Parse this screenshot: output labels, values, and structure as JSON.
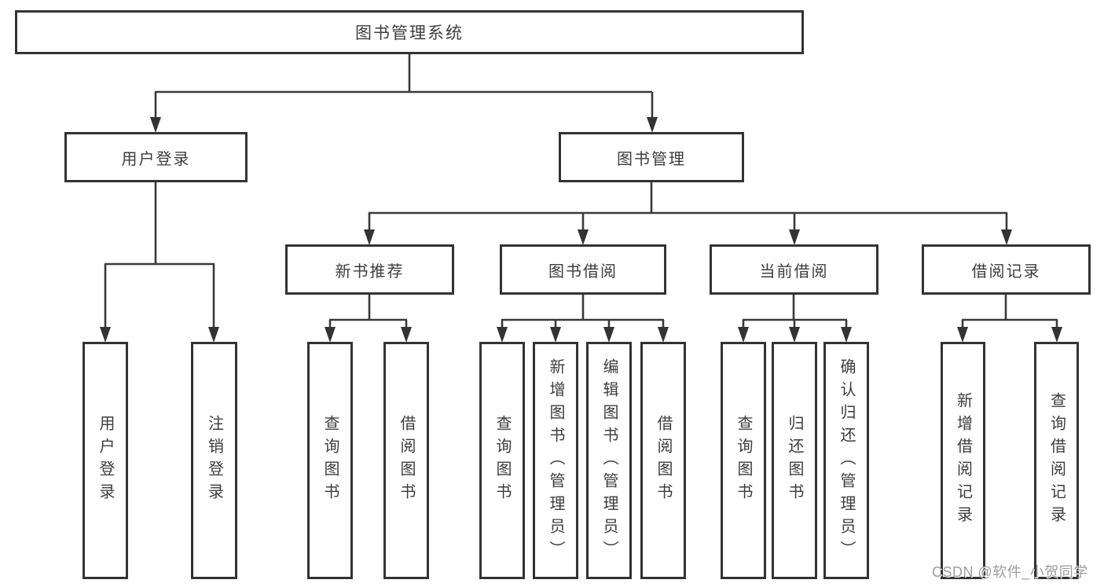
{
  "tree": {
    "root": "图书管理系统",
    "branches": [
      {
        "label": "用户登录",
        "children": [
          "用户登录",
          "注销登录"
        ]
      },
      {
        "label": "图书管理",
        "groups": [
          {
            "label": "新书推荐",
            "children": [
              "查询图书",
              "借阅图书"
            ]
          },
          {
            "label": "图书借阅",
            "children": [
              "查询图书",
              "新增图书（管理员）",
              "编辑图书（管理员）",
              "借阅图书"
            ]
          },
          {
            "label": "当前借阅",
            "children": [
              "查询图书",
              "归还图书",
              "确认归还（管理员）"
            ]
          },
          {
            "label": "借阅记录",
            "children": [
              "新增借阅记录",
              "查询借阅记录"
            ]
          }
        ]
      }
    ]
  },
  "watermark": "CSDN @软件_小贺同学",
  "colors": {
    "background": "#ffffff",
    "border": "#333333",
    "line": "#3a3a3a",
    "text": "#3d3d3d",
    "watermark": "#9d9d9d"
  }
}
